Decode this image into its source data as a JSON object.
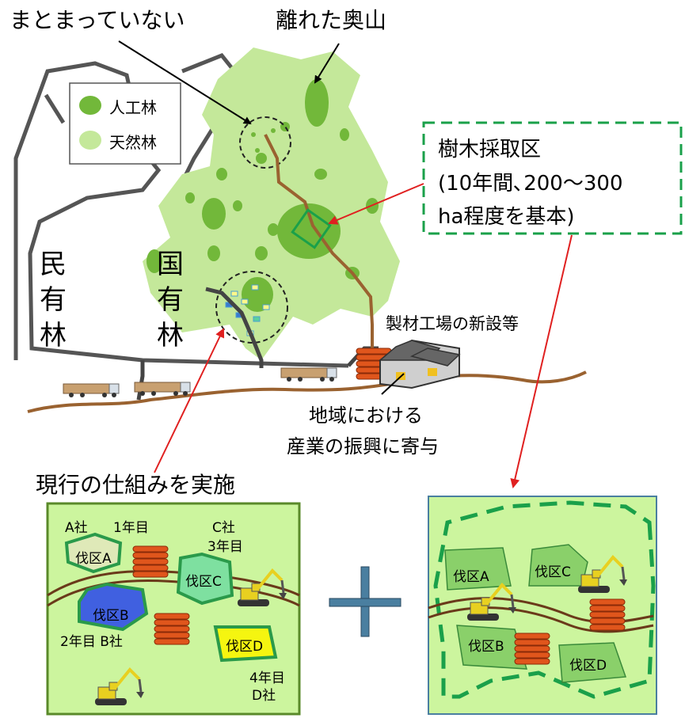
{
  "annotations": {
    "scattered": "まとまっていない",
    "remote": "離れた奥山",
    "zone_title": "樹木採取区",
    "zone_line2": "(10年間､200～300",
    "zone_line3": "ha程度を基本)",
    "sawmill": "製材工場の新設等",
    "contribution_line1": "地域における",
    "contribution_line2": "産業の振興に寄与",
    "current_system": "現行の仕組みを実施"
  },
  "legend": {
    "planted": "人工林",
    "natural": "天然林"
  },
  "land": {
    "private_chars": [
      "民",
      "有",
      "林"
    ],
    "national_chars": [
      "国",
      "有",
      "林"
    ]
  },
  "left_panel": {
    "company_a": "A社",
    "year1": "1年目",
    "company_c": "C社",
    "year3": "3年目",
    "year2_b": "2年目 B社",
    "year4": "4年目",
    "company_d": "D社",
    "plot_a": "伐区A",
    "plot_b": "伐区B",
    "plot_c": "伐区C",
    "plot_d": "伐区D"
  },
  "right_panel": {
    "plot_a": "伐区A",
    "plot_b": "伐区B",
    "plot_c": "伐区C",
    "plot_d": "伐区D"
  },
  "plus_symbol": "＋",
  "colors": {
    "planted_forest": "#72b83a",
    "natural_forest": "#c4e89a",
    "zone_border": "#1aa04a",
    "road": "#8a5a2a",
    "panel_bg": "#ccf59e",
    "arrow": "#e02020",
    "plus": "#4a7fa0"
  }
}
